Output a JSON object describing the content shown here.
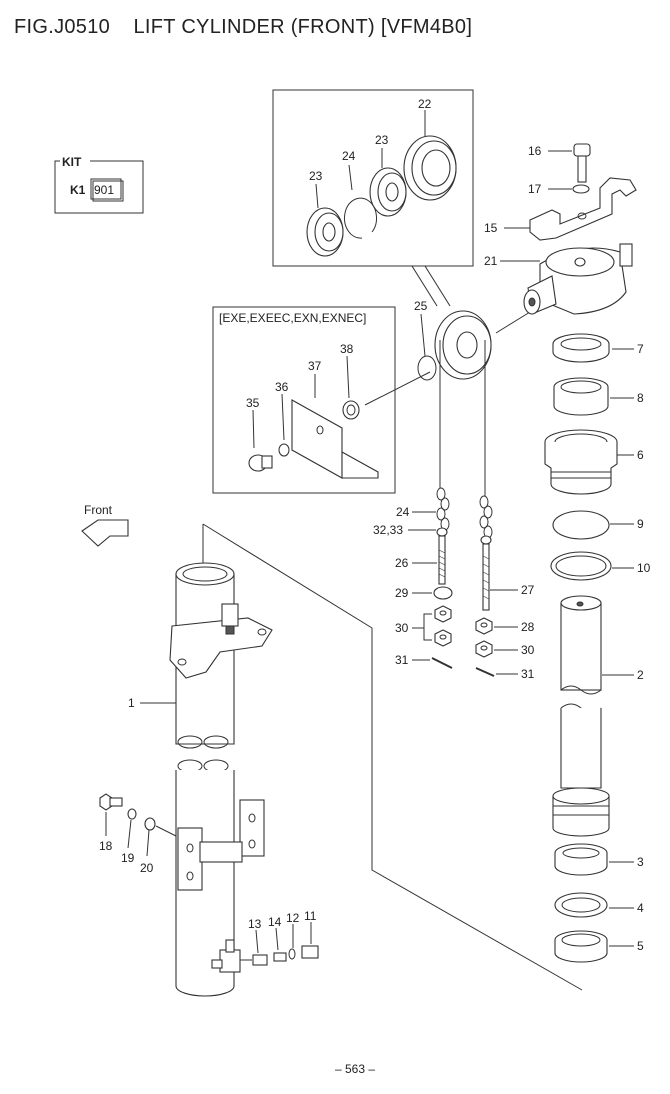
{
  "figure": {
    "title": "FIG.J0510    LIFT CYLINDER (FRONT) [VFM4B0]",
    "page_number": "– 563 –"
  },
  "kit": {
    "header": "KIT",
    "row_code": "K1",
    "row_value": "901"
  },
  "variant_box": {
    "label": "[EXE,EXEEC,EXN,EXNEC]"
  },
  "direction": {
    "label": "Front"
  },
  "callouts": {
    "c1": "1",
    "c2": "2",
    "c3": "3",
    "c4": "4",
    "c5": "5",
    "c6": "6",
    "c7": "7",
    "c8": "8",
    "c9": "9",
    "c10": "10",
    "c11": "11",
    "c12": "12",
    "c13": "13",
    "c14": "14",
    "c15": "15",
    "c16": "16",
    "c17": "17",
    "c18": "18",
    "c19": "19",
    "c20": "20",
    "c21": "21",
    "c22": "22",
    "c23a": "23",
    "c23b": "23",
    "c24a": "24",
    "c24b": "24",
    "c25": "25",
    "c26": "26",
    "c27": "27",
    "c28": "28",
    "c29": "29",
    "c30a": "30",
    "c30b": "30",
    "c31a": "31",
    "c31b": "31",
    "c32_33": "32,33",
    "c35": "35",
    "c36": "36",
    "c37": "37",
    "c38": "38"
  }
}
